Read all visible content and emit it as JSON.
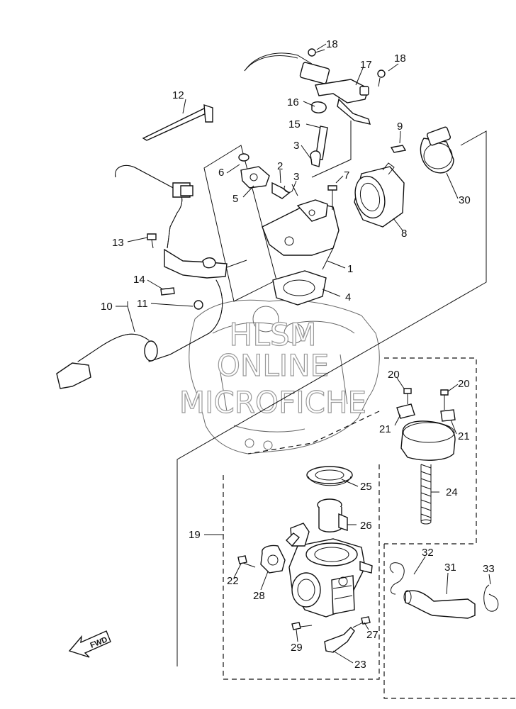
{
  "watermark": [
    "HLSM",
    "ONLINE",
    "MICROFICHE"
  ],
  "fwd_label": "FWD",
  "callouts": [
    {
      "id": "c-18a",
      "text": "18"
    },
    {
      "id": "c-17",
      "text": "17"
    },
    {
      "id": "c-18b",
      "text": "18"
    },
    {
      "id": "c-12",
      "text": "12"
    },
    {
      "id": "c-16",
      "text": "16"
    },
    {
      "id": "c-15",
      "text": "15"
    },
    {
      "id": "c-9",
      "text": "9"
    },
    {
      "id": "c-3a",
      "text": "3"
    },
    {
      "id": "c-6",
      "text": "6"
    },
    {
      "id": "c-2",
      "text": "2"
    },
    {
      "id": "c-3b",
      "text": "3"
    },
    {
      "id": "c-7",
      "text": "7"
    },
    {
      "id": "c-5",
      "text": "5"
    },
    {
      "id": "c-30",
      "text": "30"
    },
    {
      "id": "c-8",
      "text": "8"
    },
    {
      "id": "c-13",
      "text": "13"
    },
    {
      "id": "c-1",
      "text": "1"
    },
    {
      "id": "c-14",
      "text": "14"
    },
    {
      "id": "c-4",
      "text": "4"
    },
    {
      "id": "c-10",
      "text": "10"
    },
    {
      "id": "c-11",
      "text": "11"
    },
    {
      "id": "c-20a",
      "text": "20"
    },
    {
      "id": "c-20b",
      "text": "20"
    },
    {
      "id": "c-21a",
      "text": "21"
    },
    {
      "id": "c-21b",
      "text": "21"
    },
    {
      "id": "c-25",
      "text": "25"
    },
    {
      "id": "c-24",
      "text": "24"
    },
    {
      "id": "c-19",
      "text": "19"
    },
    {
      "id": "c-26",
      "text": "26"
    },
    {
      "id": "c-32",
      "text": "32"
    },
    {
      "id": "c-31",
      "text": "31"
    },
    {
      "id": "c-33",
      "text": "33"
    },
    {
      "id": "c-22",
      "text": "22"
    },
    {
      "id": "c-28",
      "text": "28"
    },
    {
      "id": "c-27",
      "text": "27"
    },
    {
      "id": "c-29",
      "text": "29"
    },
    {
      "id": "c-23",
      "text": "23"
    }
  ]
}
